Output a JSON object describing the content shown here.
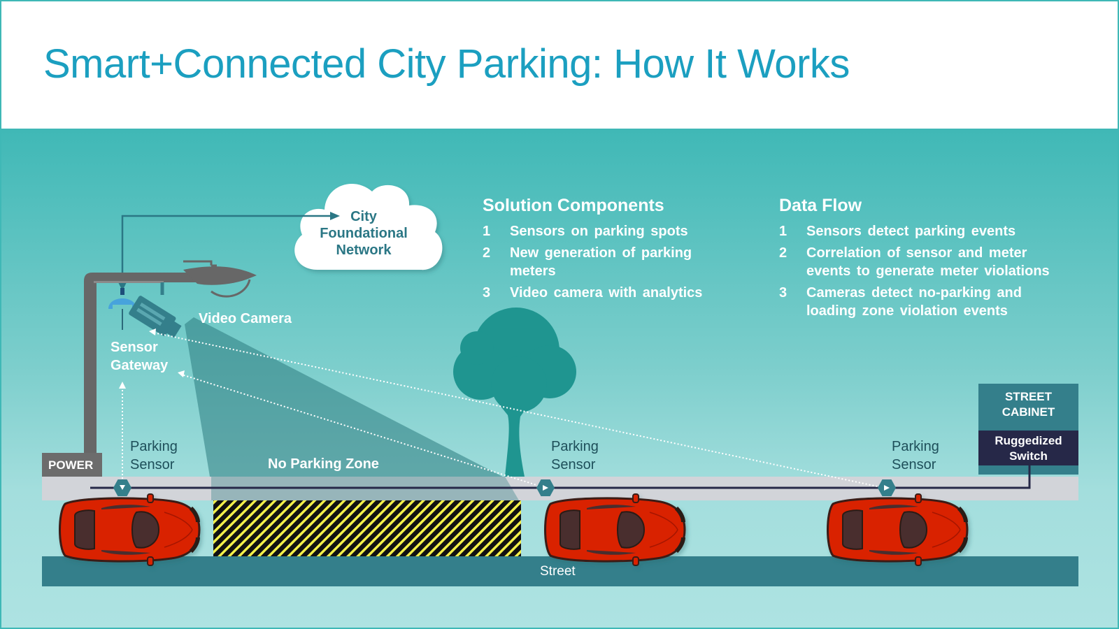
{
  "header": {
    "title": "Smart+Connected City Parking:  How It Works"
  },
  "cloud": {
    "lines": [
      "City",
      "Foundational",
      "Network"
    ]
  },
  "labels": {
    "video_camera": "Video Camera",
    "sensor_gateway": [
      "Sensor",
      "Gateway"
    ],
    "power": "POWER",
    "parking_sensor": [
      "Parking",
      "Sensor"
    ],
    "no_parking_zone": "No Parking Zone",
    "street": "Street",
    "street_cabinet": [
      "STREET",
      "CABINET"
    ],
    "ruggedized_switch": [
      "Ruggedized",
      "Switch"
    ]
  },
  "solution_components": {
    "heading": "Solution Components",
    "items": [
      {
        "num": "1",
        "text": "Sensors on parking spots"
      },
      {
        "num": "2",
        "text": "New generation  of parking\nmeters"
      },
      {
        "num": "3",
        "text": "Video camera with analytics"
      }
    ]
  },
  "data_flow": {
    "heading": "Data Flow",
    "items": [
      {
        "num": "1",
        "text": "Sensors detect parking events"
      },
      {
        "num": "2",
        "text": "Correlation of sensor and meter\nevents to generate meter violations"
      },
      {
        "num": "3",
        "text": "Cameras detect no-parking and\nloading zone violation events"
      }
    ]
  },
  "colors": {
    "title": "#1b9fc0",
    "teal_dark": "#347f8b",
    "navy": "#262848",
    "car_red": "#d92000",
    "tree": "#1f9590",
    "pole": "#676767",
    "sensor_blue": "#47a3dc",
    "hatch_yellow": "#f3f04a"
  }
}
